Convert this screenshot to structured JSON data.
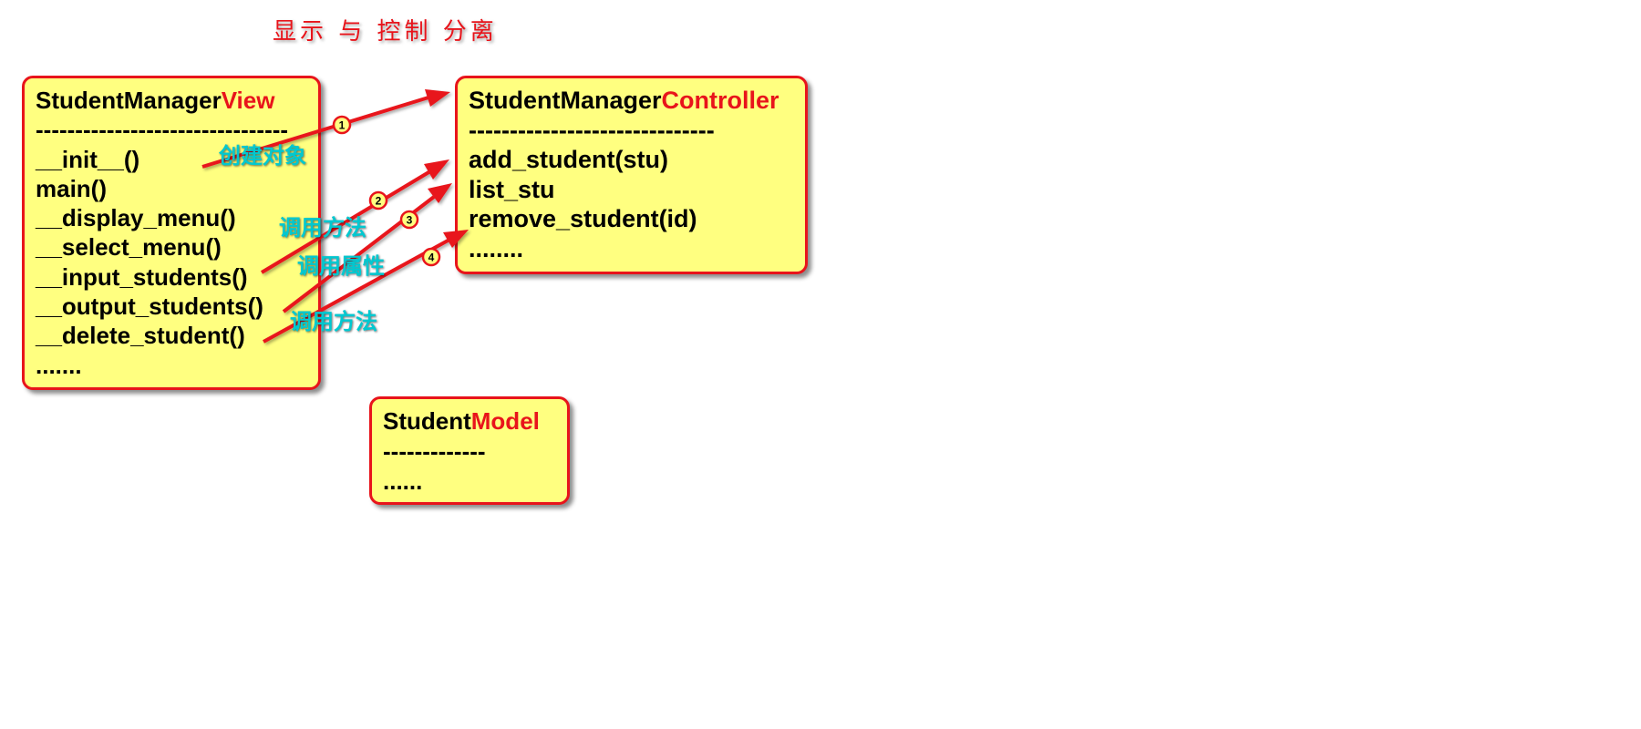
{
  "title": "显示 与 控制 分离",
  "view_box": {
    "name_prefix": "StudentManager",
    "name_suffix": "View",
    "separator": "--------------------------------",
    "methods": [
      "__init__()",
      "main()",
      "__display_menu()",
      "__select_menu()",
      "__input_students()",
      "__output_students()",
      "__delete_student()",
      "......."
    ]
  },
  "controller_box": {
    "name_prefix": "StudentManager",
    "name_suffix": "Controller",
    "separator": "------------------------------",
    "methods": [
      "add_student(stu)",
      "list_stu",
      "remove_student(id)",
      "........"
    ]
  },
  "model_box": {
    "name_prefix": "Student",
    "name_suffix": "Model",
    "separator": "-------------",
    "methods": [
      "......"
    ]
  },
  "annotations": {
    "create_object": "创建对象",
    "call_method_1": "调用方法",
    "call_attribute": "调用属性",
    "call_method_2": "调用方法"
  },
  "badges": [
    "1",
    "2",
    "3",
    "4"
  ],
  "colors": {
    "box_fill": "#ffff80",
    "box_border": "#e8141b",
    "accent_red": "#e8141b",
    "annotation_cyan": "#00c8d0",
    "badge_fill": "#ffff80"
  }
}
